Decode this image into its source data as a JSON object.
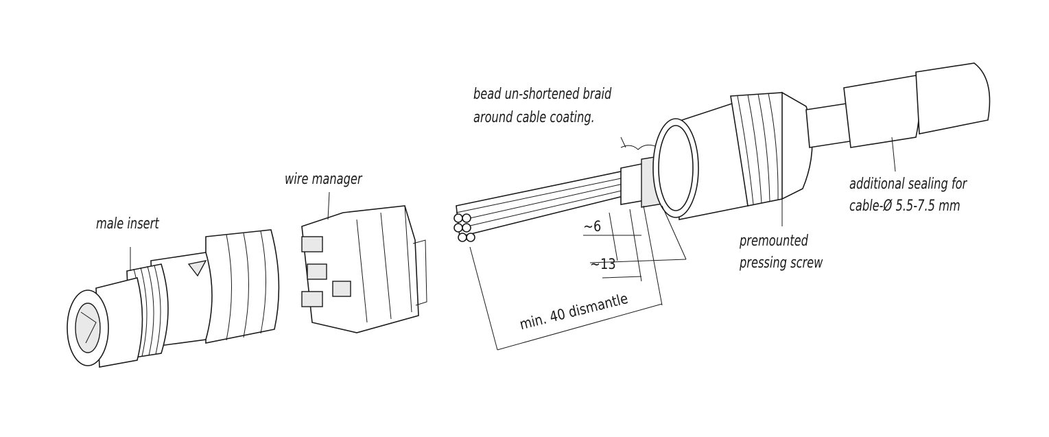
{
  "labels": {
    "braid_line1": "bead un-shortened braid",
    "braid_line2": "around cable coating.",
    "wire_manager": "wire manager",
    "male_insert": "male insert",
    "premounted_line1": "premounted",
    "premounted_line2": "pressing screw",
    "sealing_line1": "additional sealing for",
    "sealing_line2": "cable-Ø 5.5-7.5 mm"
  },
  "dimensions": {
    "d6": "~6",
    "d13": "~13",
    "d40": "min. 40  dismantle"
  }
}
